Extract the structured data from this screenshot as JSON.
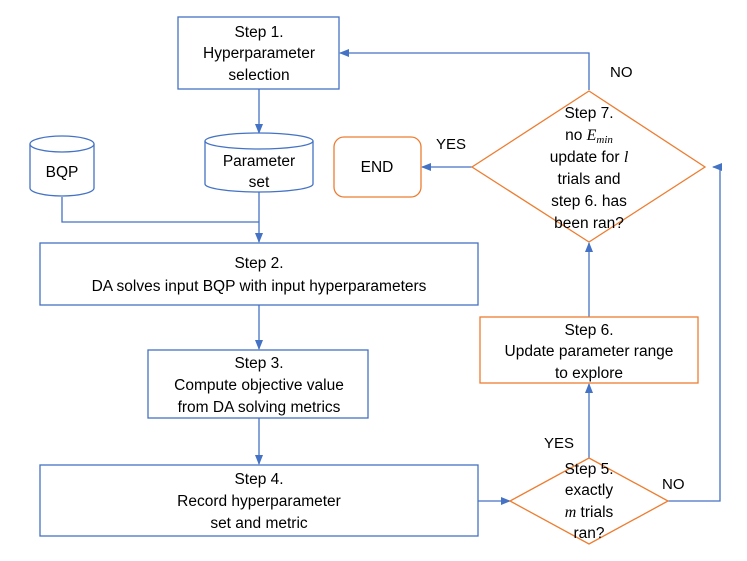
{
  "nodes": {
    "step1": [
      "Step 1.",
      "Hyperparameter",
      "selection"
    ],
    "param_set": [
      "Parameter",
      "set"
    ],
    "bqp": "BQP",
    "step2": [
      "Step 2.",
      "DA solves input BQP with input hyperparameters"
    ],
    "step3": [
      "Step 3.",
      "Compute objective value",
      "from DA solving metrics"
    ],
    "step4": [
      "Step 4.",
      "Record hyperparameter",
      "set and metric"
    ],
    "step5": {
      "line1": "Step 5.",
      "line2": "exactly",
      "line3_var": "m",
      "line3_rest": " trials",
      "line4": "ran?"
    },
    "step6": [
      "Step 6.",
      "Update parameter range",
      "to explore"
    ],
    "step7": {
      "line1": "Step 7.",
      "line2_pre": "no ",
      "line2_var": "E",
      "line2_sub": "min",
      "line3_pre": "update for ",
      "line3_var": "l",
      "line4": "trials and",
      "line5": "step 6. has",
      "line6": "been ran?"
    },
    "end": "END"
  },
  "edge_labels": {
    "step5_yes": "YES",
    "step5_no": "NO",
    "step7_yes": "YES",
    "step7_no": "NO"
  },
  "colors": {
    "process_border": "#4472c4",
    "decision_border": "#ed7d31",
    "arrow": "#4472c4"
  }
}
